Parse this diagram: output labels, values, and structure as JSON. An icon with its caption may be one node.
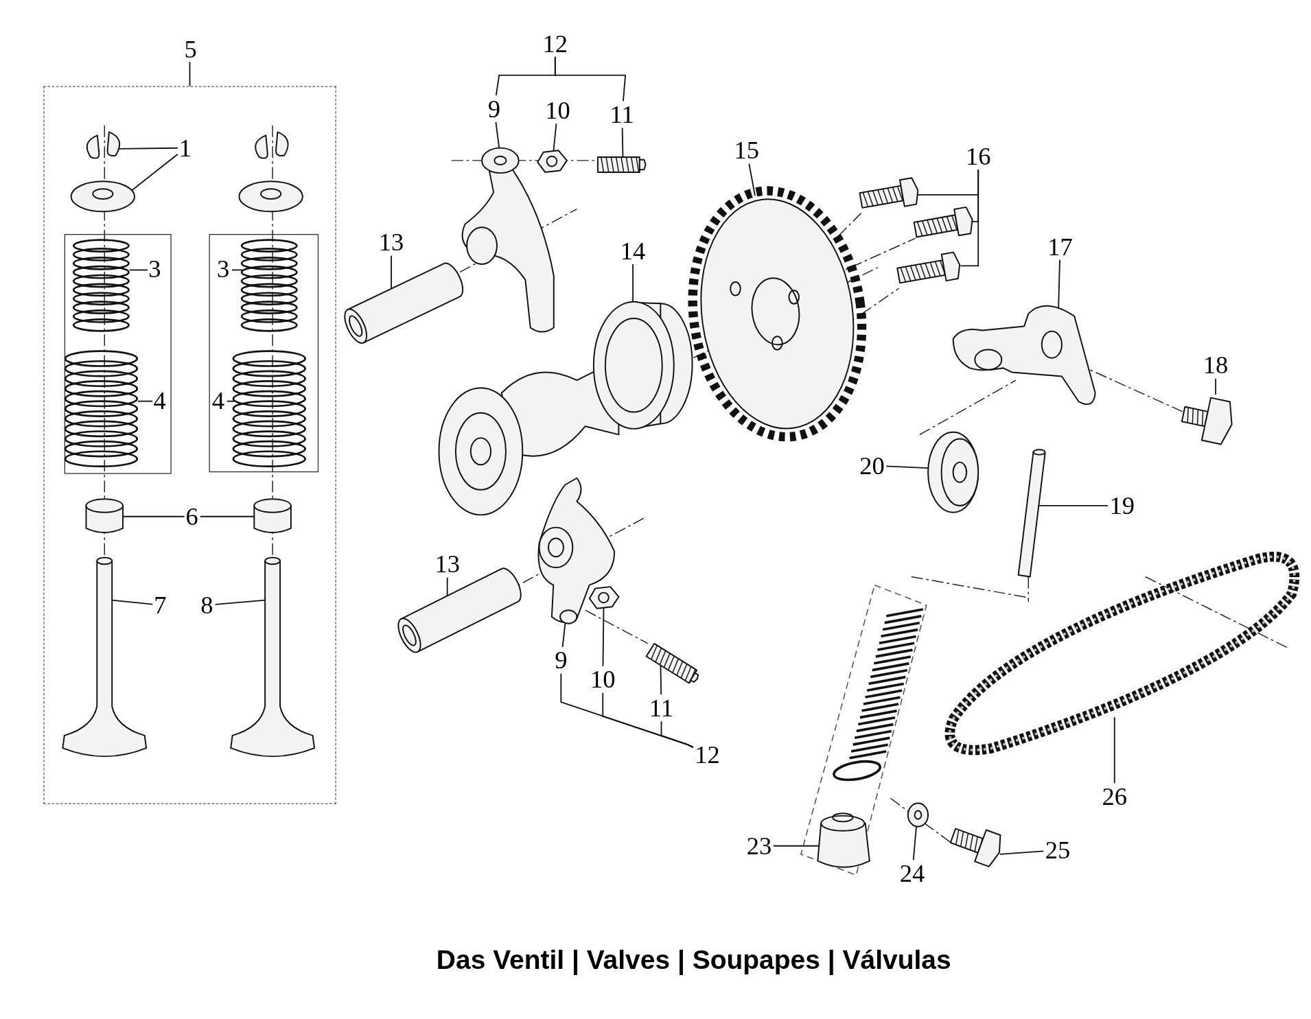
{
  "diagram": {
    "title": "Das Ventil | Valves | Soupapes | Válvulas",
    "nodes": [
      {
        "text": [
          "5"
        ]
      },
      {
        "text": [],
        "shape": "box",
        "in": 0
      },
      {
        "text": [],
        "shape": "box",
        "in": 0
      },
      {
        "text": [
          "1"
        ],
        "in": 0
      },
      {
        "text": [
          "3"
        ],
        "in": 1
      },
      {
        "text": [
          "4"
        ],
        "in": 1
      },
      {
        "text": [
          "3"
        ],
        "in": 2
      },
      {
        "text": [
          "4"
        ],
        "in": 2
      },
      {
        "text": [
          "6"
        ],
        "in": 0
      },
      {
        "text": [
          "7"
        ],
        "in": 0
      },
      {
        "text": [
          "8"
        ],
        "in": 0
      },
      {
        "text": [
          "12"
        ]
      },
      {
        "text": [
          "9"
        ]
      },
      {
        "text": [
          "10"
        ]
      },
      {
        "text": [
          "11"
        ]
      },
      {
        "text": [
          "13"
        ]
      },
      {
        "text": [
          "14"
        ]
      },
      {
        "text": [
          "15"
        ]
      },
      {
        "text": [
          "16"
        ]
      },
      {
        "text": [
          "17"
        ]
      },
      {
        "text": [
          "18"
        ]
      },
      {
        "text": [
          "20"
        ]
      },
      {
        "text": [
          "19"
        ]
      },
      {
        "text": [
          "13"
        ]
      },
      {
        "text": [
          "9"
        ]
      },
      {
        "text": [
          "10"
        ]
      },
      {
        "text": [
          "11"
        ]
      },
      {
        "text": [
          "12"
        ]
      },
      {
        "text": [
          "23"
        ]
      },
      {
        "text": [
          "24"
        ]
      },
      {
        "text": [
          "25"
        ]
      },
      {
        "text": [
          "26"
        ]
      },
      {
        "text": [],
        "shape": "picture",
        "in": 0
      },
      {
        "text": [],
        "shape": "picture",
        "in": 0
      },
      {
        "text": [],
        "shape": "picture",
        "in": 1
      },
      {
        "text": [],
        "shape": "picture",
        "in": 1
      },
      {
        "text": [],
        "shape": "picture",
        "in": 2
      },
      {
        "text": [],
        "shape": "picture",
        "in": 2
      },
      {
        "text": [],
        "shape": "cylinder",
        "in": 0
      },
      {
        "text": [],
        "shape": "cylinder",
        "in": 0
      },
      {
        "text": [],
        "shape": "picture",
        "in": 0
      },
      {
        "text": [],
        "shape": "picture",
        "in": 0
      },
      {
        "text": [],
        "shape": "picture"
      },
      {
        "text": [],
        "shape": "picture"
      },
      {
        "text": [],
        "shape": "cylinder"
      },
      {
        "text": [],
        "shape": "picture"
      },
      {
        "text": [],
        "shape": "picture"
      },
      {
        "text": [],
        "shape": "picture"
      },
      {
        "text": [],
        "shape": "picture"
      },
      {
        "text": [],
        "shape": "picture"
      },
      {
        "text": [],
        "shape": "picture"
      },
      {
        "text": [],
        "shape": "picture"
      },
      {
        "text": [],
        "shape": "picture"
      },
      {
        "text": [],
        "shape": "picture"
      },
      {
        "text": [],
        "shape": "picture"
      },
      {
        "text": [],
        "shape": "picture"
      },
      {
        "text": [],
        "shape": "picture"
      },
      {
        "text": [],
        "shape": "picture"
      },
      {
        "text": [],
        "shape": "picture"
      },
      {
        "text": [],
        "shape": "cylinder"
      },
      {
        "text": [],
        "shape": "picture"
      },
      {
        "text": [],
        "shape": "picture"
      },
      {
        "text": [],
        "shape": "picture"
      }
    ],
    "edges": [
      {
        "from": 3,
        "to": 32,
        "arrow": "none"
      },
      {
        "from": 3,
        "to": 33,
        "arrow": "none"
      },
      {
        "from": 4,
        "to": 34,
        "arrow": "none"
      },
      {
        "from": 5,
        "to": 35,
        "arrow": "none"
      },
      {
        "from": 6,
        "to": 36,
        "arrow": "none"
      },
      {
        "from": 7,
        "to": 37,
        "arrow": "none"
      },
      {
        "from": 8,
        "to": 38,
        "arrow": "none"
      },
      {
        "from": 8,
        "to": 39,
        "arrow": "none"
      },
      {
        "from": 9,
        "to": 40,
        "arrow": "none"
      },
      {
        "from": 10,
        "to": 41,
        "arrow": "none"
      },
      {
        "from": 11,
        "to": 12,
        "arrow": "none"
      },
      {
        "from": 11,
        "to": 14,
        "arrow": "none"
      },
      {
        "from": 12,
        "to": 42,
        "arrow": "none"
      },
      {
        "from": 13,
        "to": 43,
        "arrow": "none"
      },
      {
        "from": 14,
        "to": 44,
        "arrow": "none"
      },
      {
        "from": 15,
        "to": 45,
        "arrow": "none"
      },
      {
        "from": 16,
        "to": 46,
        "arrow": "none"
      },
      {
        "from": 17,
        "to": 47,
        "arrow": "none"
      },
      {
        "from": 18,
        "to": 48,
        "arrow": "none"
      },
      {
        "from": 18,
        "to": 49,
        "arrow": "none"
      },
      {
        "from": 18,
        "to": 50,
        "arrow": "none"
      },
      {
        "from": 19,
        "to": 51,
        "arrow": "none"
      },
      {
        "from": 20,
        "to": 52,
        "arrow": "none"
      },
      {
        "from": 21,
        "to": 53,
        "arrow": "none"
      },
      {
        "from": 22,
        "to": 54,
        "arrow": "none"
      },
      {
        "from": 23,
        "to": 55,
        "arrow": "none"
      },
      {
        "from": 24,
        "to": 56,
        "arrow": "none"
      },
      {
        "from": 25,
        "to": 57,
        "arrow": "none"
      },
      {
        "from": 26,
        "to": 58,
        "arrow": "none"
      },
      {
        "from": 27,
        "to": 24,
        "arrow": "none"
      },
      {
        "from": 27,
        "to": 25,
        "arrow": "none"
      },
      {
        "from": 27,
        "to": 26,
        "arrow": "none"
      },
      {
        "from": 28,
        "to": 59,
        "arrow": "none"
      },
      {
        "from": 29,
        "to": 60,
        "arrow": "none"
      },
      {
        "from": 30,
        "to": 61,
        "arrow": "none"
      },
      {
        "from": 31,
        "to": 62,
        "arrow": "none"
      }
    ]
  }
}
